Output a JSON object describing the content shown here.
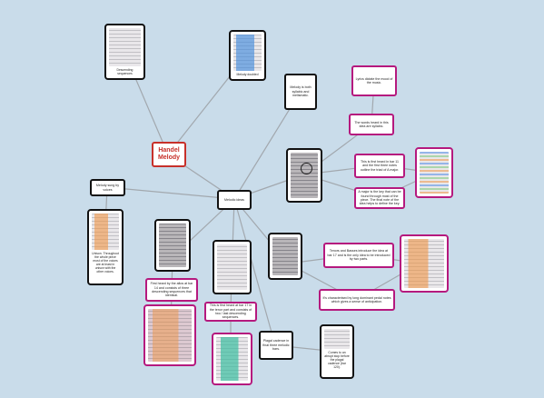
{
  "colors": {
    "background": "#c9dcea",
    "link": "#a2a8ae",
    "central_border": "#c7302a",
    "black_border": "#111111",
    "magenta_border": "#b5197e"
  },
  "central": {
    "title": "Handel Melody"
  },
  "nodes": {
    "melodic_ideas": "Melodic ideas",
    "melody_sung_by_voices": "Melody sung by voices",
    "melody_both": "Melody is both syllabic and melismatic.",
    "lyrics_dictate": "Lyrics dictate the mood of the music.",
    "words_heard": "The words heard in this idea are syllabic.",
    "first_heard_bar": "This is first heard in bar 11 and the first three notes outline the triad of A major.",
    "a_major": "A major is the key that can be found through most of the piece. The final note of the idea helps to define the key.",
    "tenor_bass": "Tenors and Basses introduce the idea at bar 17 and is the only idea to be introduced by two parts.",
    "characterised": "It's characterised by long dominant pedal notes which gives a sense of anticipation.",
    "first_heard_alto": "First heard by the altos at bar 14 and consists of three descending sequences that identical.",
    "tenor_part": "This is first heard at bar 17 in the tenor part and consists of two / last descending sequences.",
    "plagal": "Plagal cadence in final three melodic bars.",
    "comes_abrupt": "Comes to an abrupt stop before the plagal cadence (bar 120)."
  },
  "cards": {
    "descending_sequences": "Descending sequences",
    "melody_doubled": "Melody doubled",
    "unison": "Unison. Throughout the whole piece most of the voices are at least in unison with the other voices."
  }
}
